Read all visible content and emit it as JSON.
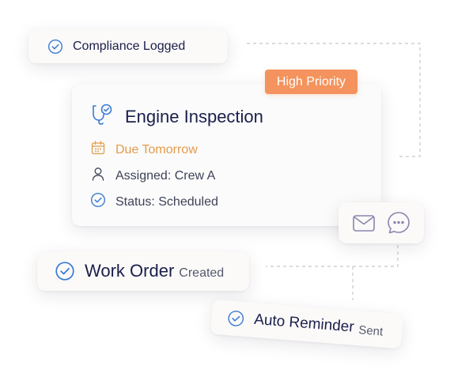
{
  "compliance": {
    "label": "Compliance Logged"
  },
  "task": {
    "title": "Engine Inspection",
    "priority": "High Priority",
    "due": "Due Tomorrow",
    "assigned": "Assigned: Crew A",
    "status": "Status: Scheduled"
  },
  "contact": {
    "icons": [
      "mail-icon",
      "chat-icon"
    ]
  },
  "work_order": {
    "label": "Work Order",
    "suffix": "Created"
  },
  "reminder": {
    "label": "Auto Reminder",
    "suffix": "Sent"
  },
  "colors": {
    "navy_text": "#1a1f4b",
    "check_blue": "#3a7bd5",
    "priority_orange": "#f4935d",
    "due_orange": "#e39b4a",
    "connector_gray": "#c8c8cc",
    "icon_purple": "#8a85ad"
  }
}
